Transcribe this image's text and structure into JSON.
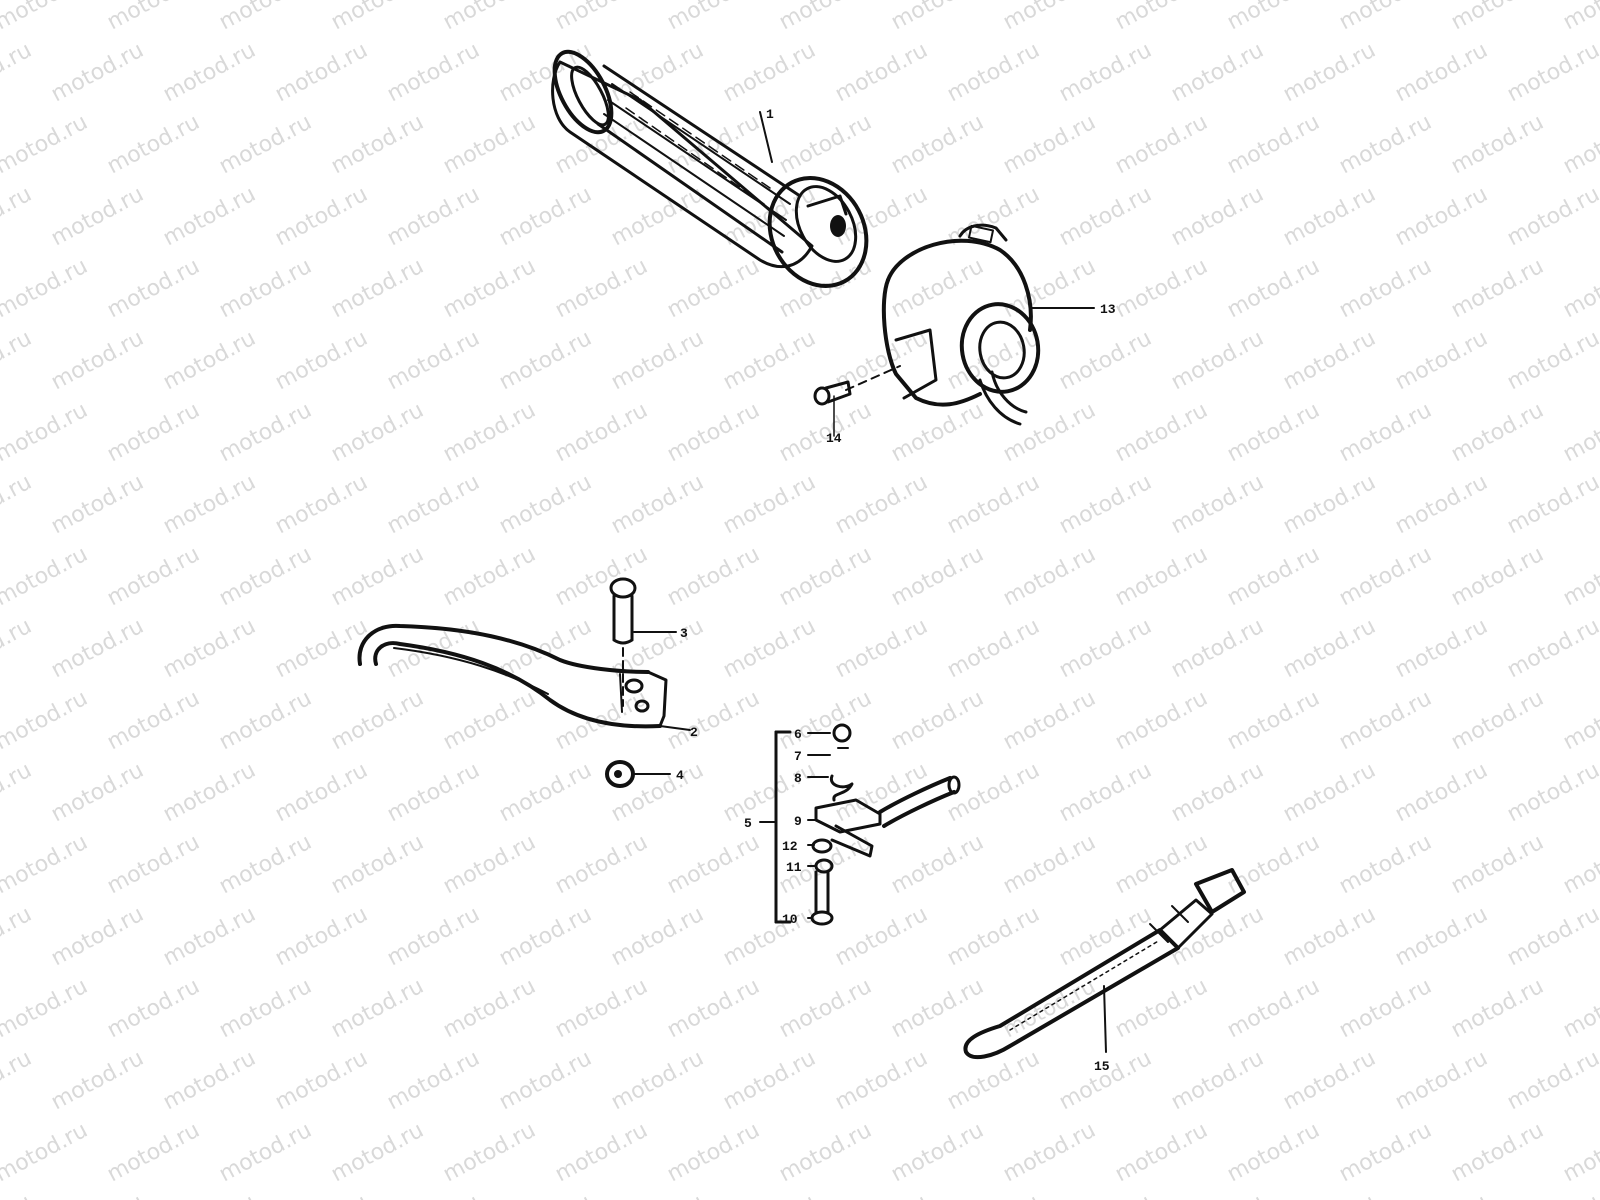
{
  "watermark": {
    "text": "motod.ru"
  },
  "parts": [
    {
      "id": "grip",
      "label": "1"
    },
    {
      "id": "lever",
      "label": "2"
    },
    {
      "id": "lever-bolt",
      "label": "3"
    },
    {
      "id": "lever-nut",
      "label": "4"
    },
    {
      "id": "choke-lever-set",
      "label": "5"
    },
    {
      "id": "choke-screw-top",
      "label": "6"
    },
    {
      "id": "choke-washer-a",
      "label": "7"
    },
    {
      "id": "choke-spring",
      "label": "8"
    },
    {
      "id": "choke-lever",
      "label": "9"
    },
    {
      "id": "choke-bolt",
      "label": "10"
    },
    {
      "id": "choke-washer-b",
      "label": "11"
    },
    {
      "id": "choke-washer-c",
      "label": "12"
    },
    {
      "id": "throttle-housing",
      "label": "13"
    },
    {
      "id": "housing-screw",
      "label": "14"
    },
    {
      "id": "cable-tie",
      "label": "15"
    }
  ]
}
